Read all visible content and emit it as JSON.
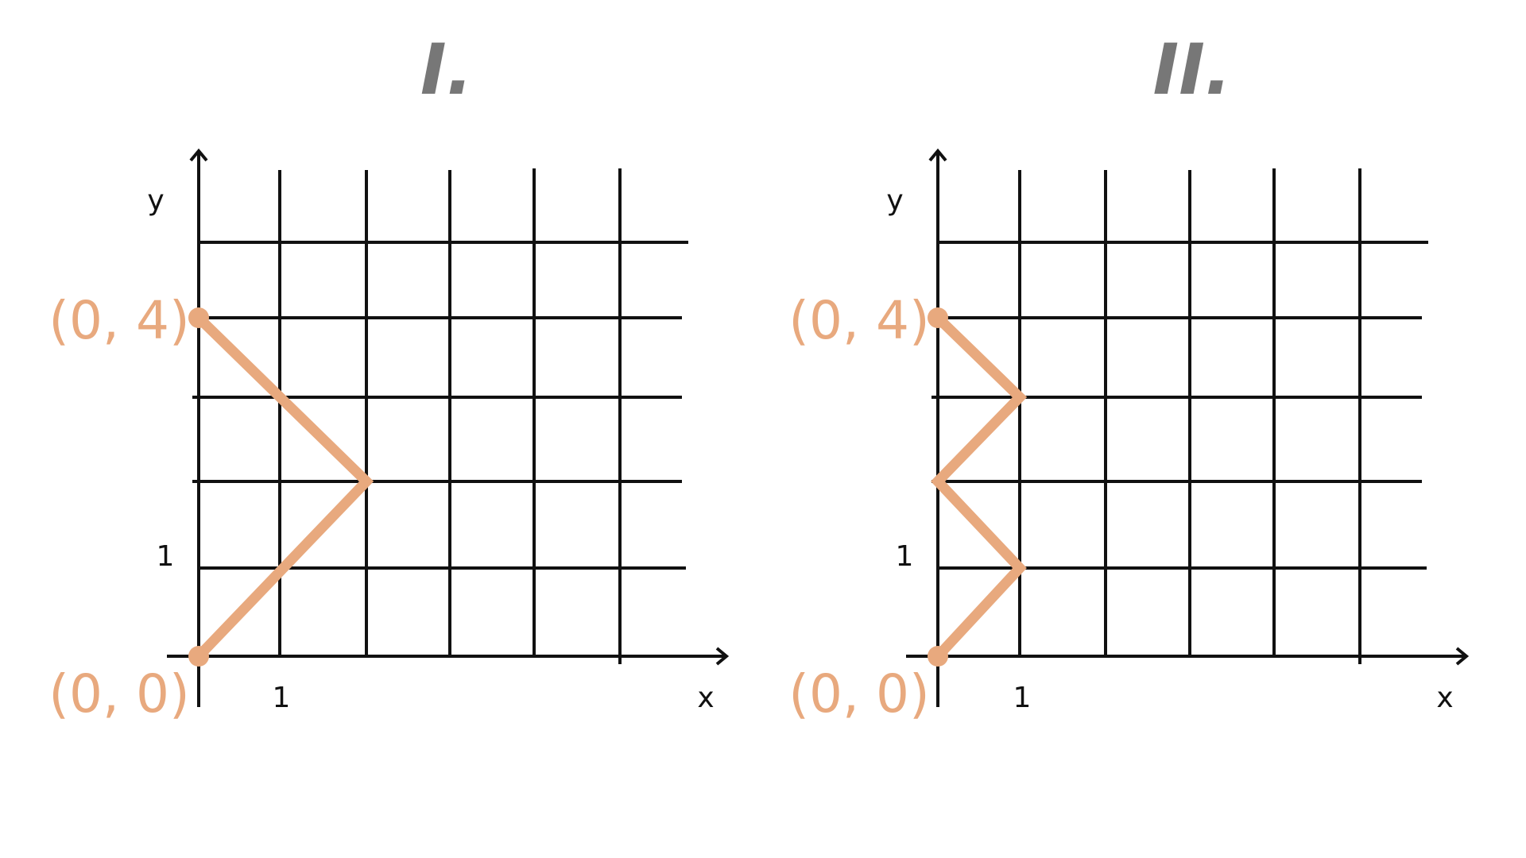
{
  "accent_color": "#E8A97E",
  "panels": [
    {
      "title": "I.",
      "x_axis_label": "x",
      "y_axis_label": "y",
      "x_tick_label": "1",
      "y_tick_label": "1",
      "start_label": "(0, 0)",
      "end_label": "(0, 4)",
      "path_points": [
        [
          0,
          0
        ],
        [
          2,
          2
        ],
        [
          0,
          4
        ]
      ]
    },
    {
      "title": "II.",
      "x_axis_label": "x",
      "y_axis_label": "y",
      "x_tick_label": "1",
      "y_tick_label": "1",
      "start_label": "(0, 0)",
      "end_label": "(0, 4)",
      "path_points": [
        [
          0,
          0
        ],
        [
          1,
          1
        ],
        [
          0,
          2
        ],
        [
          1,
          3
        ],
        [
          0,
          4
        ]
      ]
    }
  ]
}
